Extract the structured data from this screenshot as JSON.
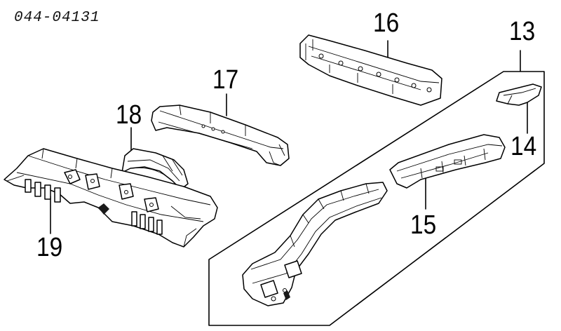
{
  "part_number": "044-04131",
  "callouts": {
    "c13": "13",
    "c14": "14",
    "c15": "15",
    "c16": "16",
    "c17": "17",
    "c18": "18",
    "c19": "19"
  },
  "colors": {
    "ink": "#000000",
    "paper": "#ffffff"
  }
}
